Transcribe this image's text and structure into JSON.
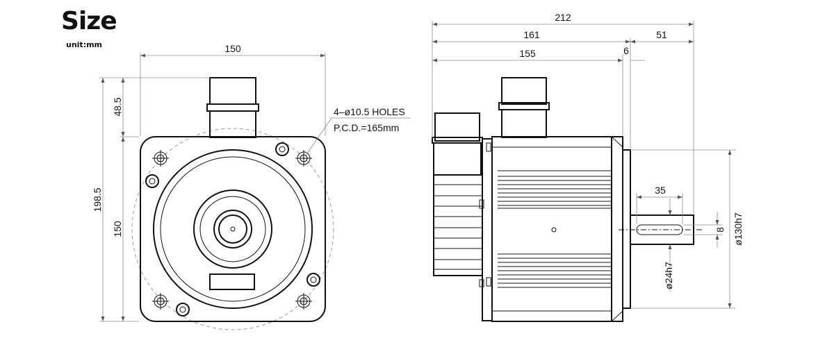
{
  "title": "Size",
  "unit": "unit:mm",
  "front_view": {
    "width_dim": "150",
    "connector_height_dim": "48.5",
    "total_height_dim": "198.5",
    "flange_height_dim": "150",
    "hole_note_line1": "4–ø10.5 HOLES",
    "hole_note_line2": "P.C.D.=165mm"
  },
  "side_view": {
    "total_length_dim": "212",
    "body_length_dim": "161",
    "shaft_length_dim": "51",
    "frame_length_dim": "155",
    "flange_thickness_dim": "6",
    "key_length_dim": "35",
    "key_width_dim": "8",
    "shaft_diameter_dim": "ø24h7",
    "spigot_diameter_dim": "ø130h7"
  }
}
